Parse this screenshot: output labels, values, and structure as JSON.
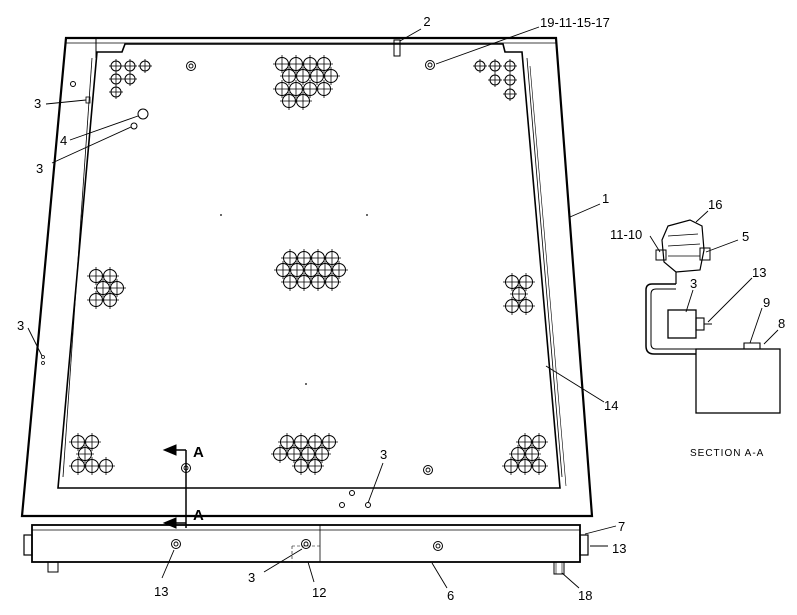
{
  "callouts": {
    "c2": "2",
    "c19": "19-11-15-17",
    "c3_upper": "3",
    "c4": "4",
    "c3_lower": "3",
    "c1": "1",
    "c3_left": "3",
    "c14": "14",
    "c3_center": "3",
    "c7": "7",
    "c13_right": "13",
    "c13_bottom": "13",
    "c3_bottom": "3",
    "c12": "12",
    "c6": "6",
    "c18": "18",
    "s16": "16",
    "s11_10": "11-10",
    "s5": "5",
    "s13": "13",
    "s3": "3",
    "s9": "9",
    "s8": "8"
  },
  "section_marks": {
    "upper": "A",
    "lower": "A"
  },
  "section_caption": "SECTION A-A"
}
